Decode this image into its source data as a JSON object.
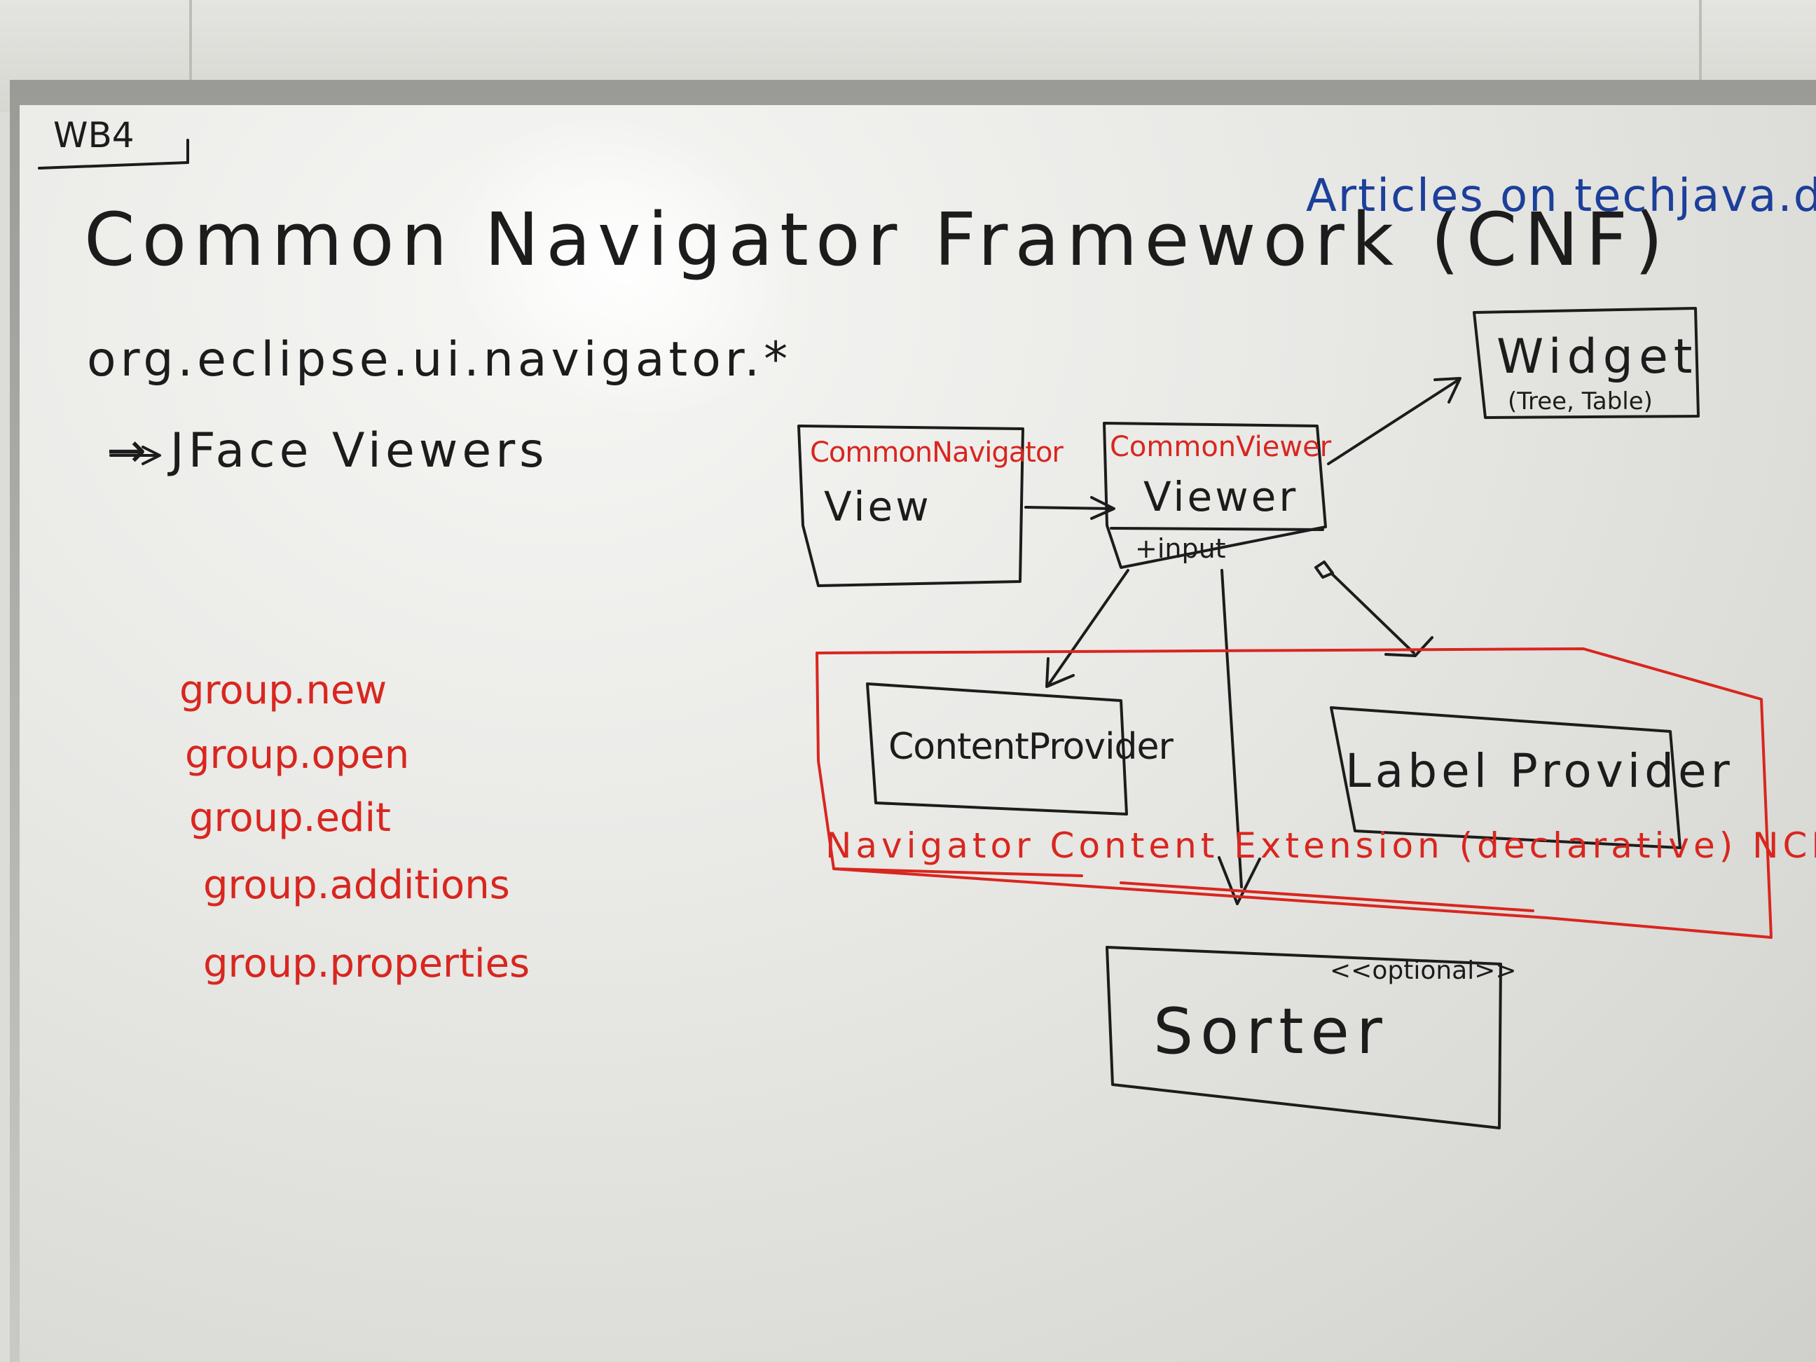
{
  "board": {
    "corner_tag": "WB4",
    "title": "Common Navigator Framework (CNF)",
    "package": "org.eclipse.ui.navigator.*",
    "jface_note": "→ JFace Viewers",
    "articles_note": "Articles on techjava.de",
    "groups": [
      "group.new",
      "group.open",
      "group.edit",
      "group.additions",
      "group.properties"
    ],
    "colors": {
      "ink": "#1c1c1c",
      "red_marker": "#d8261f",
      "blue_marker": "#1c3f9a"
    }
  },
  "diagram": {
    "nodes": {
      "common_navigator_view": {
        "stereotype": "CommonNavigator",
        "name": "View"
      },
      "common_viewer": {
        "stereotype": "CommonViewer",
        "name": "Viewer",
        "attribute": "+input"
      },
      "widget": {
        "name": "Widget",
        "note": "(Tree, Table)"
      },
      "content_provider": {
        "name": "ContentProvider"
      },
      "label_provider": {
        "name": "Label Provider"
      },
      "sorter": {
        "name": "Sorter",
        "note": "<<optional>>"
      }
    },
    "nce_group": {
      "label": "Navigator Content Extension (declarative) NCE"
    },
    "edges": [
      {
        "from": "common_navigator_view",
        "to": "common_viewer",
        "kind": "arrow"
      },
      {
        "from": "common_viewer",
        "to": "widget",
        "kind": "arrow"
      },
      {
        "from": "common_viewer",
        "to": "content_provider",
        "kind": "arrow"
      },
      {
        "from": "common_viewer",
        "to": "label_provider",
        "kind": "aggregation"
      },
      {
        "from": "common_viewer",
        "to": "sorter",
        "kind": "arrow"
      }
    ]
  }
}
